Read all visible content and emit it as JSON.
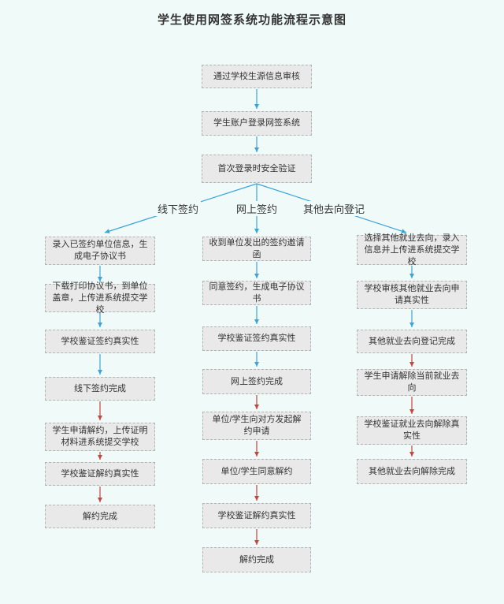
{
  "title": "学生使用网签系统功能流程示意图",
  "colors": {
    "page-bg": "#f0fbf9",
    "box-bg": "#e9e9e9",
    "box-border": "#b3b3b3",
    "text": "#333333",
    "arrow-blue": "#3ba5d9",
    "arrow-red": "#c84441"
  },
  "top_steps": [
    "通过学校生源信息审核",
    "学生账户登录网签系统",
    "首次登录时安全验证"
  ],
  "branches": [
    {
      "label": "线下签约",
      "steps": [
        "录入已签约单位信息，生成电子协议书",
        "下载打印协议书，到单位盖章，上传进系统提交学校",
        "学校鉴证签约真实性",
        "线下签约完成",
        "学生申请解约，上传证明材料进系统提交学校",
        "学校鉴证解约真实性",
        "解约完成"
      ]
    },
    {
      "label": "网上签约",
      "steps": [
        "收到单位发出的签约邀请函",
        "同意签约，生成电子协议书",
        "学校鉴证签约真实性",
        "网上签约完成",
        "单位/学生向对方发起解约申请",
        "单位/学生同意解约",
        "学校鉴证解约真实性",
        "解约完成"
      ]
    },
    {
      "label": "其他去向登记",
      "steps": [
        "选择其他就业去向，录入信息并上传进系统提交学校",
        "学校审核其他就业去向申请真实性",
        "其他就业去向登记完成",
        "学生申请解除当前就业去向",
        "学校鉴证就业去向解除真实性",
        "其他就业去向解除完成"
      ]
    }
  ]
}
